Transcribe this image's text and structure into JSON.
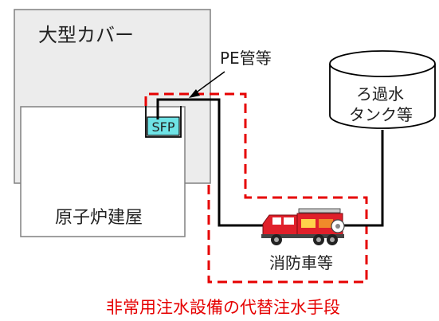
{
  "labels": {
    "large_cover": "大型カバー",
    "pe_pipe": "PE管等",
    "sfp": "SFP",
    "reactor_building": "原子炉建屋",
    "filtered_water_tank_line1": "ろ過水",
    "filtered_water_tank_line2": "タンク等",
    "fire_truck": "消防車等",
    "caption": "非常用注水設備の代替注水手段"
  },
  "colors": {
    "cover_fill": "#ececec",
    "outline": "#808080",
    "sfp_fill": "#6fe3e6",
    "pipe": "#000000",
    "dashed_frame": "#e60000",
    "caption": "#e60000",
    "truck_body": "#e0202a"
  },
  "icons": {
    "fire_truck": "fire-truck-icon",
    "arrow": "pointer-arrow-icon"
  }
}
